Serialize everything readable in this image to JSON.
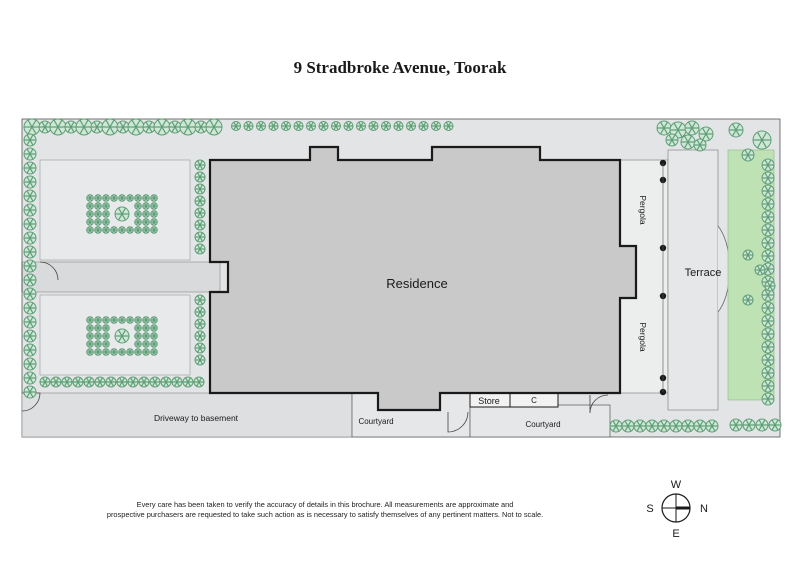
{
  "title": "9 Stradbroke Avenue, Toorak",
  "labels": {
    "residence": "Residence",
    "terrace": "Terrace",
    "pergola_upper": "Pergola",
    "pergola_lower": "Pergola",
    "driveway": "Driveway to basement",
    "courtyard_left": "Courtyard",
    "courtyard_right": "Courtyard",
    "store": "Store",
    "cupboard": "C"
  },
  "compass": {
    "north": "N",
    "south": "S",
    "east": "E",
    "west": "W"
  },
  "disclaimer": {
    "line1": "Every care has been taken to verify the accuracy of details in this brochure. All measurements are approximate and",
    "line2": "prospective purchasers are requested to take such action as is necessary to satisfy themselves of any pertinent matters. Not to scale."
  },
  "colors": {
    "paving": "#e3e4e5",
    "building": "#c9c9c9",
    "lawn": "#bfe2b4",
    "shrub": "#5f9d78",
    "shrub_light": "#cfe7d5",
    "wall": "#1a1a1a"
  }
}
